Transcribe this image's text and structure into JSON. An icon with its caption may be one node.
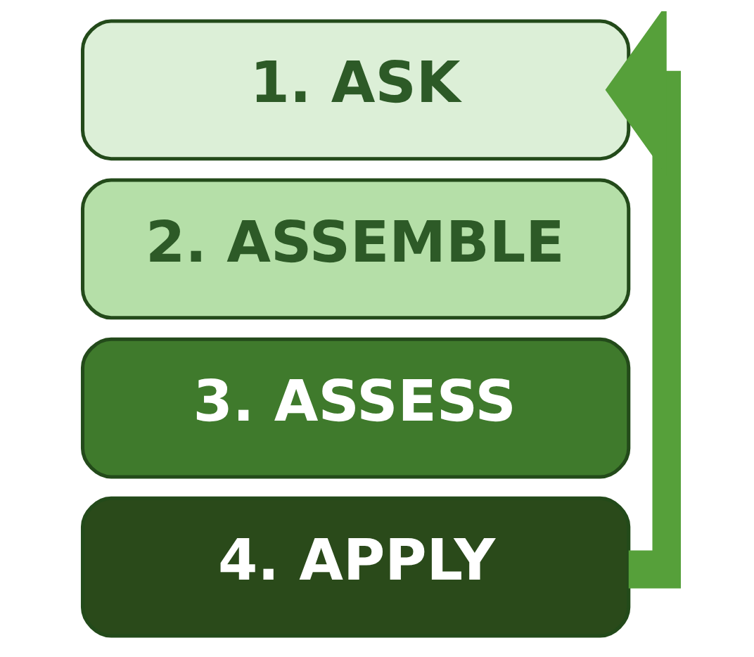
{
  "diagram": {
    "nodes": [
      {
        "text": [
          "1. ASK"
        ]
      },
      {
        "text": [
          "2. ASSEMBLE"
        ]
      },
      {
        "text": [
          "3. ASSESS"
        ]
      },
      {
        "text": [
          "4. APPLY"
        ]
      }
    ],
    "edges": [
      {
        "from": 3,
        "to": 0,
        "arrow": "to"
      }
    ]
  }
}
